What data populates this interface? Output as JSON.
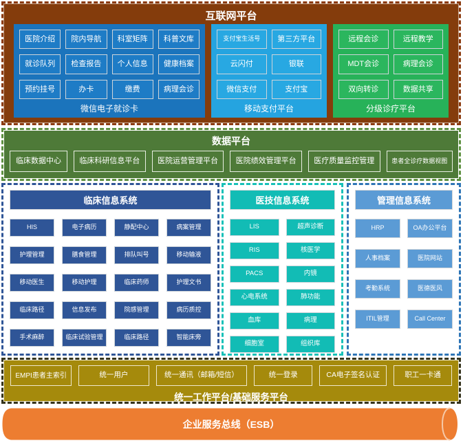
{
  "internet_platform": {
    "title": "互联网平台",
    "wechat_card": {
      "label": "微信电子就诊卡",
      "items": [
        "医院介绍",
        "院内导航",
        "科室矩阵",
        "科普文库",
        "就诊队列",
        "检查报告",
        "个人信息",
        "健康档案",
        "预约挂号",
        "办卡",
        "缴费",
        "病理会诊"
      ]
    },
    "mobile_pay": {
      "label": "移动支付平台",
      "items": [
        "支付宝生活号",
        "第三方平台",
        "云闪付",
        "银联",
        "微信支付",
        "支付宝"
      ]
    },
    "tiered_care": {
      "label": "分级诊疗平台",
      "items": [
        "远程会诊",
        "远程教学",
        "MDT会诊",
        "病理会诊",
        "双向转诊",
        "数据共享"
      ]
    }
  },
  "data_platform": {
    "title": "数据平台",
    "items": [
      "临床数据中心",
      "临床科研信息平台",
      "医院运营管理平台",
      "医院绩效管理平台",
      "医疗质量监控管理",
      "患者全诊疗数据视图"
    ]
  },
  "clinical_systems": {
    "title": "临床信息系统",
    "items": [
      "HIS",
      "电子病历",
      "静配中心",
      "病案管理",
      "护理管理",
      "膳食管理",
      "排队叫号",
      "移动输液",
      "移动医生",
      "移动护理",
      "临床药师",
      "护理文书",
      "临床路径",
      "信息发布",
      "院感管理",
      "病历质控",
      "手术麻醉",
      "临床试验管理",
      "临床路径",
      "智能床旁"
    ]
  },
  "medtech_systems": {
    "title": "医技信息系统",
    "items": [
      "LIS",
      "超声诊断",
      "RIS",
      "核医学",
      "PACS",
      "内镜",
      "心电系统",
      "肺功能",
      "血库",
      "病理",
      "细胞室",
      "组织库"
    ]
  },
  "management_systems": {
    "title": "管理信息系统",
    "items": [
      "HRP",
      "OA办公平台",
      "人事档案",
      "医院网站",
      "考勤系统",
      "医德医风",
      "ITIL管理",
      "Call Center"
    ]
  },
  "unified_platform": {
    "title": "统一工作平台/基础服务平台",
    "items": [
      "EMPI患者主索引",
      "统一用户",
      "统一通讯（邮箱/短信）",
      "统一登录",
      "CA电子签名认证",
      "职工一卡通"
    ]
  },
  "esb": {
    "label": "企业服务总线（ESB）"
  },
  "colors": {
    "internet_brown": "#843C0C",
    "wechat_blue": "#1B74BC",
    "pay_lightblue": "#25A4E0",
    "care_green": "#27B259",
    "data_green": "#4E7A38",
    "clinical_navy": "#2F5597",
    "medtech_teal": "#12BCB5",
    "management_blue": "#5B9BD5",
    "unified_olive": "#A58A0C",
    "esb_orange": "#ED7D31"
  }
}
